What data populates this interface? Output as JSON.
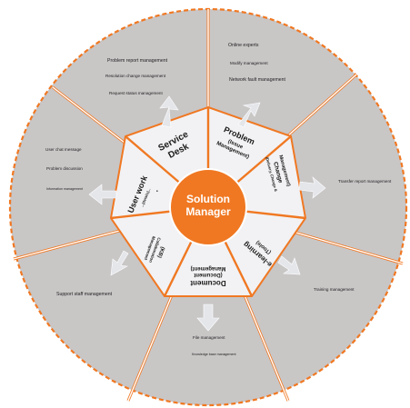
{
  "center": {
    "line1": "Solution",
    "line2": "Manager"
  },
  "segments": [
    {
      "id": "service-desk",
      "line1": "Service",
      "line2": "Desk"
    },
    {
      "id": "problem",
      "line1": "Problem",
      "line2": "(Issue",
      "line3": "Management)"
    },
    {
      "id": "change",
      "line1": "Change",
      "line2": "Management)",
      "line3": "(Delivery, Change &"
    },
    {
      "id": "elearning",
      "line1": "e-learning",
      "line2": "(Tools)"
    },
    {
      "id": "document",
      "line1": "Document",
      "line2": "(Document",
      "line3": "Management)"
    },
    {
      "id": "kb",
      "line1": "(KB)",
      "line2": "Collaboration",
      "line3": "Management"
    },
    {
      "id": "user-work",
      "line1": "User work",
      "line2": "...(details)...",
      "line3": "•"
    }
  ],
  "outer": {
    "service_desk": [
      "Problem report management",
      "Resolution change management",
      "Request status management"
    ],
    "problem": [
      "Online experts",
      "Modify management",
      "Network fault management"
    ],
    "change": [
      "Transfer report management"
    ],
    "elearning": [
      "Training management"
    ],
    "document": [
      "File management",
      "Knowledge base management"
    ],
    "kb": [
      "Support staff management"
    ],
    "user_work": [
      "User chat message",
      "Problem discussion",
      "Information management"
    ]
  },
  "colors": {
    "orange": "#f07822",
    "gray": "#c9c6c6",
    "light": "#f2f2f4",
    "arrow": "#e4e6ea"
  }
}
